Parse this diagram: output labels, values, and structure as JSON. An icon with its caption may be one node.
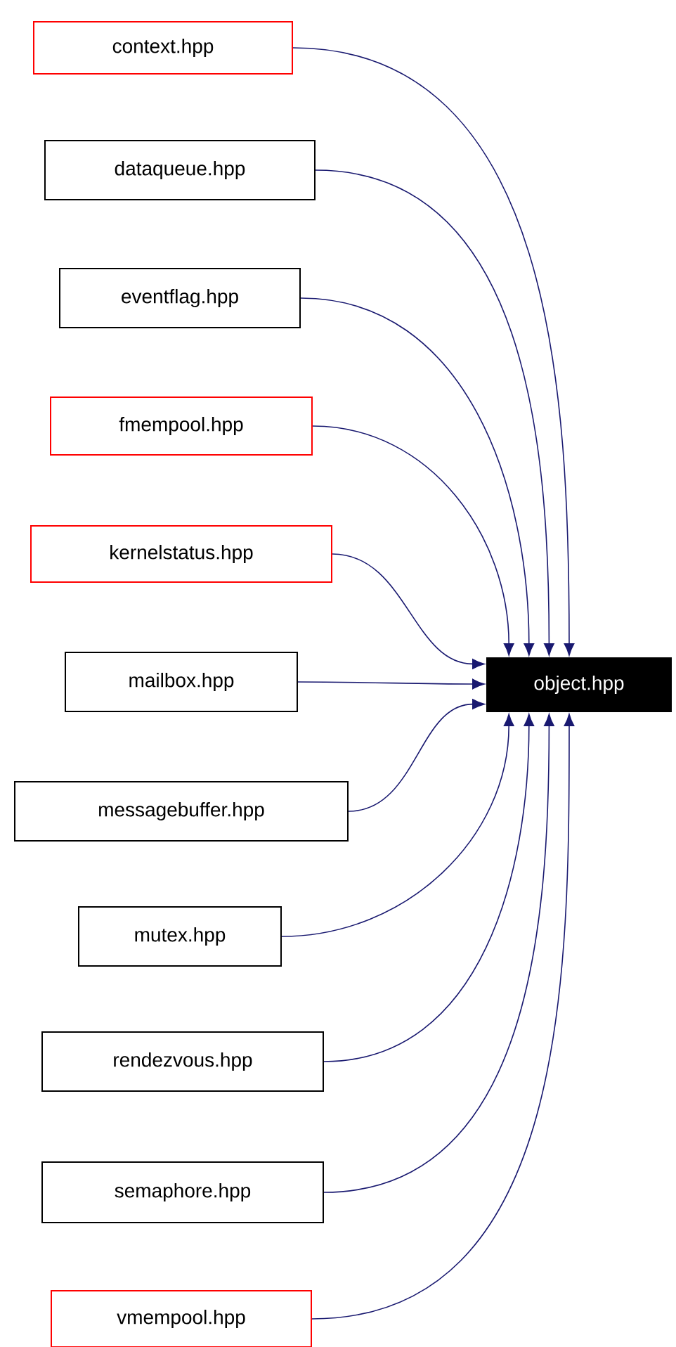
{
  "diagram": {
    "nodes": [
      {
        "text": [
          "context.hpp"
        ]
      },
      {
        "text": [
          "dataqueue.hpp"
        ]
      },
      {
        "text": [
          "eventflag.hpp"
        ]
      },
      {
        "text": [
          "fmempool.hpp"
        ]
      },
      {
        "text": [
          "kernelstatus.hpp"
        ]
      },
      {
        "text": [
          "mailbox.hpp"
        ]
      },
      {
        "text": [
          "messagebuffer.hpp"
        ]
      },
      {
        "text": [
          "mutex.hpp"
        ]
      },
      {
        "text": [
          "rendezvous.hpp"
        ]
      },
      {
        "text": [
          "semaphore.hpp"
        ]
      },
      {
        "text": [
          "vmempool.hpp"
        ]
      },
      {
        "text": [
          "object.hpp"
        ]
      }
    ],
    "edges": [
      {
        "from": 0,
        "to": 11,
        "arrow": "to"
      },
      {
        "from": 1,
        "to": 11,
        "arrow": "to"
      },
      {
        "from": 2,
        "to": 11,
        "arrow": "to"
      },
      {
        "from": 3,
        "to": 11,
        "arrow": "to"
      },
      {
        "from": 4,
        "to": 11,
        "arrow": "to"
      },
      {
        "from": 5,
        "to": 11,
        "arrow": "to"
      },
      {
        "from": 6,
        "to": 11,
        "arrow": "to"
      },
      {
        "from": 7,
        "to": 11,
        "arrow": "to"
      },
      {
        "from": 8,
        "to": 11,
        "arrow": "to"
      },
      {
        "from": 9,
        "to": 11,
        "arrow": "to"
      },
      {
        "from": 10,
        "to": 11,
        "arrow": "to"
      }
    ]
  }
}
